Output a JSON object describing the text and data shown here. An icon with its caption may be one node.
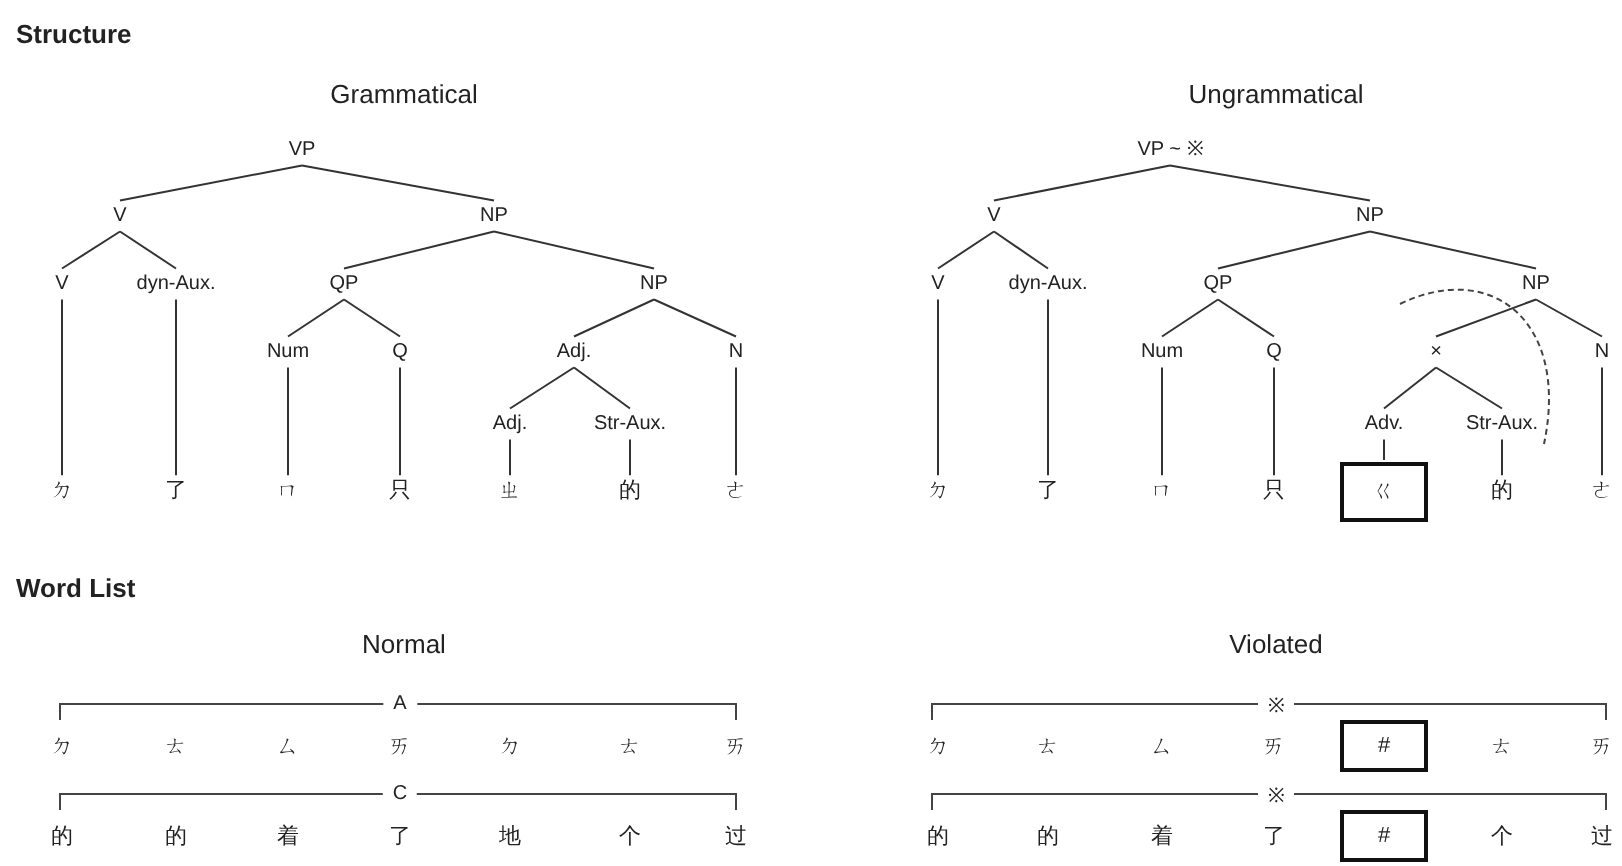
{
  "diagram": {
    "nodes": [
      {
        "text": [
          "VP"
        ]
      },
      {
        "text": [
          "V"
        ]
      },
      {
        "text": [
          "NP"
        ]
      },
      {
        "text": [
          "V"
        ]
      },
      {
        "text": [
          "dyn-Aux."
        ]
      },
      {
        "text": [
          "QP"
        ]
      },
      {
        "text": [
          "NP"
        ]
      },
      {
        "text": [
          "Num"
        ]
      },
      {
        "text": [
          "Q"
        ]
      },
      {
        "text": [
          "Adj."
        ]
      },
      {
        "text": [
          "N"
        ]
      },
      {
        "text": [
          "Adj."
        ]
      },
      {
        "text": [
          "Str-Aux."
        ]
      },
      {
        "text": [
          "ㄉ"
        ]
      },
      {
        "text": [
          "了"
        ]
      },
      {
        "text": [
          "ㄇ"
        ]
      },
      {
        "text": [
          "只"
        ]
      },
      {
        "text": [
          "ㄓ"
        ]
      },
      {
        "text": [
          "的"
        ]
      },
      {
        "text": [
          "ㄜ"
        ]
      },
      {
        "text": [
          "VP ~ ※"
        ]
      },
      {
        "text": [
          "V"
        ]
      },
      {
        "text": [
          "NP"
        ]
      },
      {
        "text": [
          "V"
        ]
      },
      {
        "text": [
          "dyn-Aux."
        ]
      },
      {
        "text": [
          "QP"
        ]
      },
      {
        "text": [
          "NP"
        ]
      },
      {
        "text": [
          "Num"
        ]
      },
      {
        "text": [
          "Q"
        ]
      },
      {
        "text": [
          "×"
        ]
      },
      {
        "text": [
          "N"
        ]
      },
      {
        "text": [
          "Adv."
        ]
      },
      {
        "text": [
          "Str-Aux."
        ]
      },
      {
        "text": [
          "ㄉ"
        ]
      },
      {
        "text": [
          "了"
        ]
      },
      {
        "text": [
          "ㄇ"
        ]
      },
      {
        "text": [
          "只"
        ]
      },
      {
        "text": [
          "ㄍ"
        ]
      },
      {
        "text": [
          "的"
        ]
      },
      {
        "text": [
          "ㄜ"
        ]
      }
    ],
    "edges": [
      {
        "from": 0,
        "to": 1,
        "arrow": "none"
      },
      {
        "from": 0,
        "to": 2,
        "arrow": "none"
      },
      {
        "from": 1,
        "to": 3,
        "arrow": "none"
      },
      {
        "from": 1,
        "to": 4,
        "arrow": "none"
      },
      {
        "from": 2,
        "to": 5,
        "arrow": "none"
      },
      {
        "from": 2,
        "to": 6,
        "arrow": "none"
      },
      {
        "from": 5,
        "to": 7,
        "arrow": "none"
      },
      {
        "from": 5,
        "to": 8,
        "arrow": "none"
      },
      {
        "from": 6,
        "to": 9,
        "arrow": "none"
      },
      {
        "from": 6,
        "to": 10,
        "arrow": "none"
      },
      {
        "from": 9,
        "to": 11,
        "arrow": "none"
      },
      {
        "from": 9,
        "to": 12,
        "arrow": "none"
      },
      {
        "from": 3,
        "to": 13,
        "arrow": "none"
      },
      {
        "from": 4,
        "to": 14,
        "arrow": "none"
      },
      {
        "from": 7,
        "to": 15,
        "arrow": "none"
      },
      {
        "from": 8,
        "to": 16,
        "arrow": "none"
      },
      {
        "from": 11,
        "to": 17,
        "arrow": "none"
      },
      {
        "from": 12,
        "to": 18,
        "arrow": "none"
      },
      {
        "from": 10,
        "to": 19,
        "arrow": "none"
      },
      {
        "from": 20,
        "to": 21,
        "arrow": "none"
      },
      {
        "from": 20,
        "to": 22,
        "arrow": "none"
      },
      {
        "from": 21,
        "to": 23,
        "arrow": "none"
      },
      {
        "from": 21,
        "to": 24,
        "arrow": "none"
      },
      {
        "from": 22,
        "to": 25,
        "arrow": "none"
      },
      {
        "from": 22,
        "to": 26,
        "arrow": "none"
      },
      {
        "from": 25,
        "to": 27,
        "arrow": "none"
      },
      {
        "from": 25,
        "to": 28,
        "arrow": "none"
      },
      {
        "from": 26,
        "to": 29,
        "arrow": "none"
      },
      {
        "from": 26,
        "to": 30,
        "arrow": "none"
      },
      {
        "from": 29,
        "to": 31,
        "arrow": "none"
      },
      {
        "from": 29,
        "to": 32,
        "arrow": "none"
      },
      {
        "from": 23,
        "to": 33,
        "arrow": "none"
      },
      {
        "from": 24,
        "to": 34,
        "arrow": "none"
      },
      {
        "from": 27,
        "to": 35,
        "arrow": "none"
      },
      {
        "from": 28,
        "to": 36,
        "arrow": "none"
      },
      {
        "from": 31,
        "to": 37,
        "arrow": "none"
      },
      {
        "from": 32,
        "to": 38,
        "arrow": "none"
      },
      {
        "from": 30,
        "to": 39,
        "arrow": "none"
      }
    ],
    "labels": [
      "Structure",
      "Grammatical",
      "Ungrammatical",
      "Word List",
      "Normal",
      "Violated",
      "A",
      "※",
      "ㄉ",
      "ㄊ",
      "ㄙ",
      "ㄞ",
      "ㄉ",
      "ㄊ",
      "ㄞ",
      "ㄉ",
      "ㄊ",
      "ㄙ",
      "ㄞ",
      "#",
      "ㄊ",
      "ㄞ",
      "C",
      "※",
      "的",
      "的",
      "着",
      "了",
      "地",
      "个",
      "过",
      "的",
      "的",
      "着",
      "了",
      "#",
      "个",
      "过"
    ]
  }
}
